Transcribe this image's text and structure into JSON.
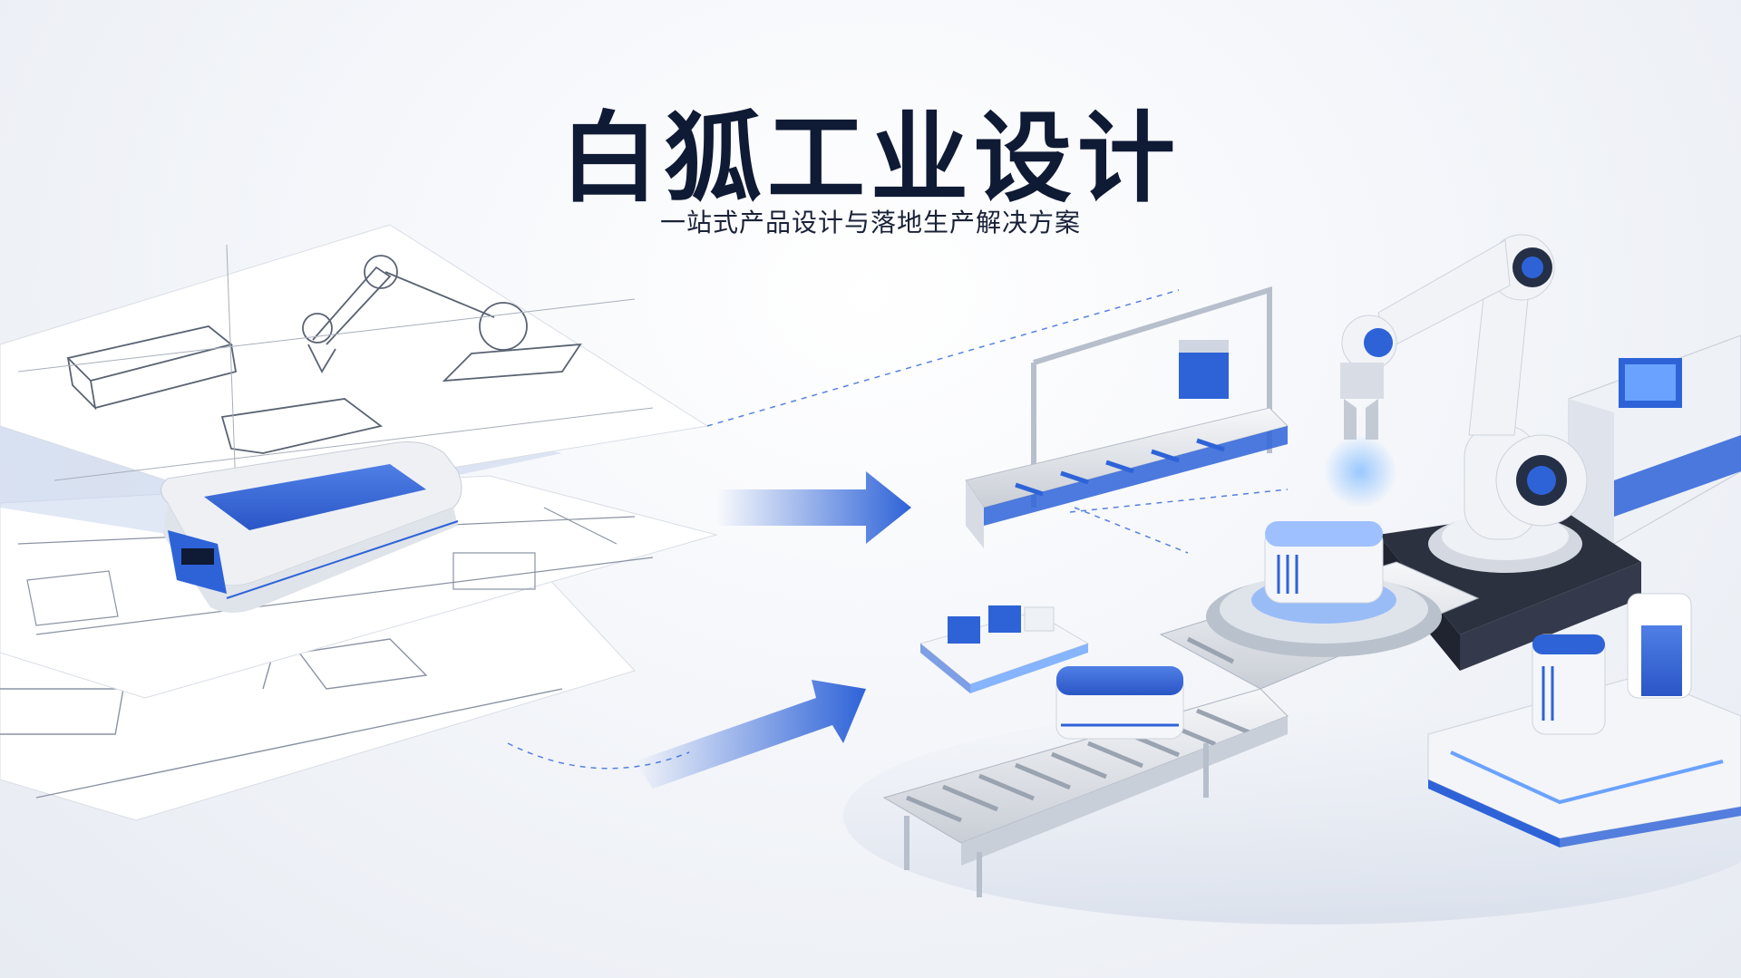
{
  "hero": {
    "title": "白狐工业设计",
    "subtitle": "一站式产品设计与落地生产解决方案"
  },
  "colors": {
    "accent": "#2e63d8",
    "title": "#0f1a34",
    "paper": "#ffffff",
    "machine": "#eef1f5"
  },
  "icons": [
    "blueprint-stack",
    "product-device",
    "process-arrow",
    "robot-arm",
    "conveyor-line",
    "gantry-conveyor",
    "packaging-machine",
    "finished-product"
  ]
}
